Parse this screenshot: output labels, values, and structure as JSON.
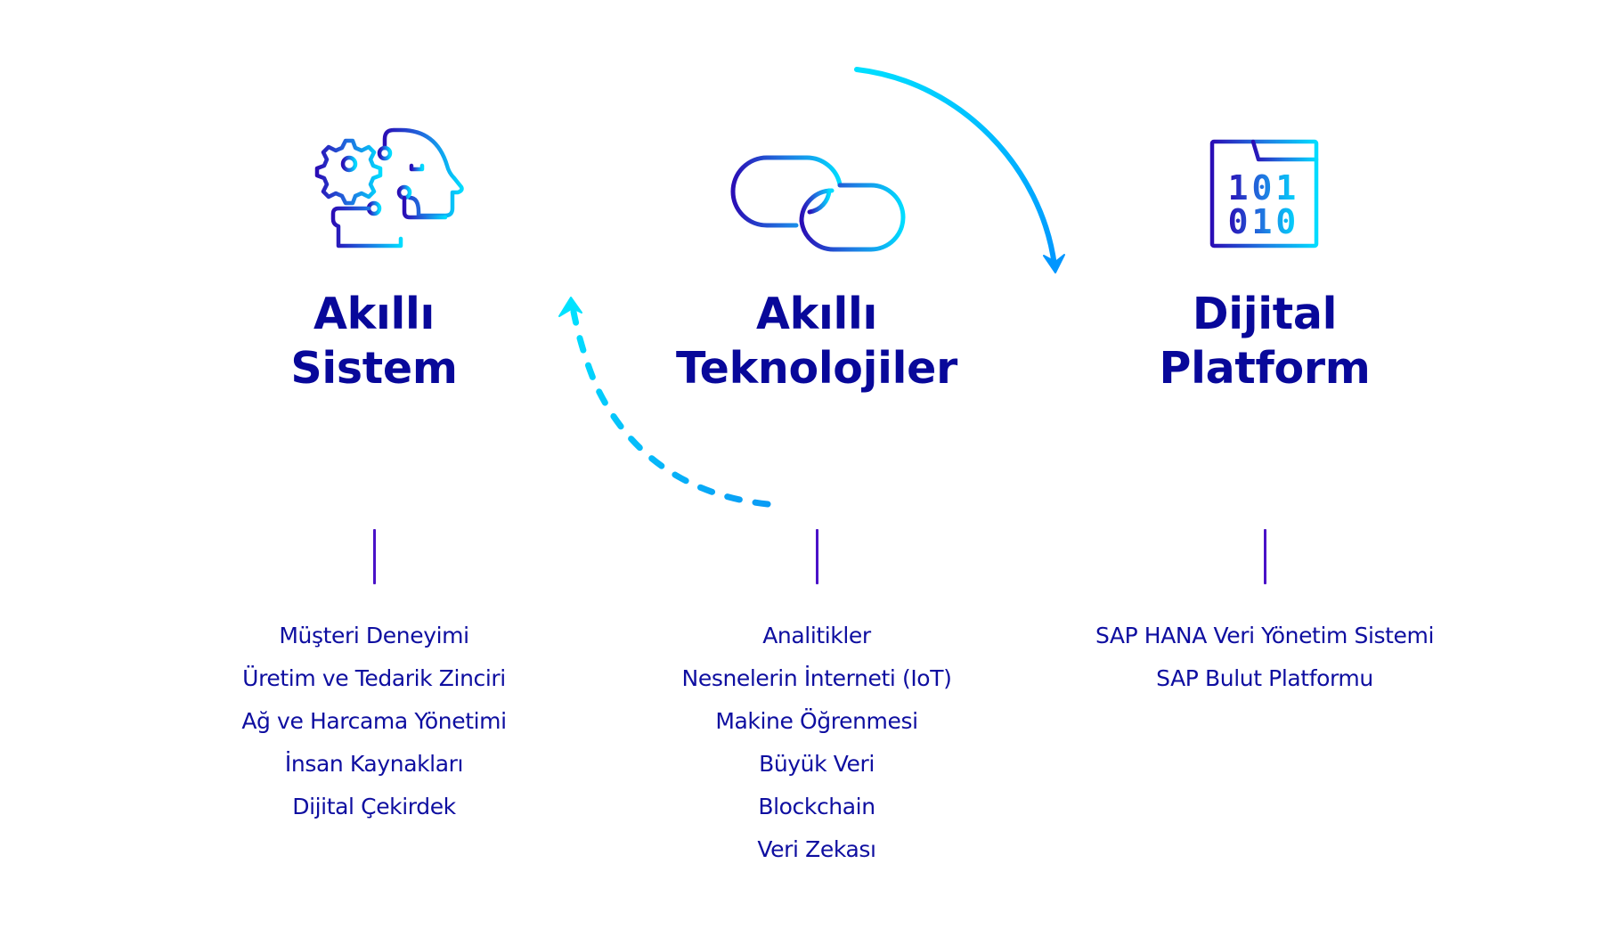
{
  "colors": {
    "title": "#08089a",
    "list_text": "#0e0ea0",
    "divider": "#4a12c8",
    "icon_gradient_start": "#2a0db5",
    "icon_gradient_end": "#00dcff",
    "arrow_light": "#00e0ff",
    "arrow_dark": "#0096ff"
  },
  "columns": [
    {
      "id": "akilli-sistem",
      "icon": "ai-head-gear-icon",
      "title_lines": [
        "Akıllı",
        "Sistem"
      ],
      "items": [
        "Müşteri Deneyimi",
        "Üretim ve Tedarik Zinciri",
        "Ağ ve Harcama Yönetimi",
        "İnsan Kaynakları",
        "Dijital Çekirdek"
      ]
    },
    {
      "id": "akilli-teknolojiler",
      "icon": "chain-link-icon",
      "title_lines": [
        "Akıllı",
        "Teknolojiler"
      ],
      "items": [
        "Analitikler",
        "Nesnelerin İnterneti (IoT)",
        "Makine Öğrenmesi",
        "Büyük Veri",
        "Blockchain",
        "Veri Zekası"
      ]
    },
    {
      "id": "dijital-platform",
      "icon": "binary-window-icon",
      "title_lines": [
        "Dijital",
        "Platform"
      ],
      "items": [
        "SAP HANA Veri Yönetim Sistemi",
        "SAP Bulut Platformu"
      ]
    }
  ],
  "binary_icon_rows": [
    "101",
    "010"
  ],
  "arrows": [
    {
      "name": "solid-arrow",
      "from": "akilli-teknolojiler",
      "to": "dijital-platform",
      "style": "solid"
    },
    {
      "name": "dashed-arrow",
      "from": "akilli-teknolojiler",
      "to": "akilli-sistem",
      "style": "dashed"
    }
  ]
}
